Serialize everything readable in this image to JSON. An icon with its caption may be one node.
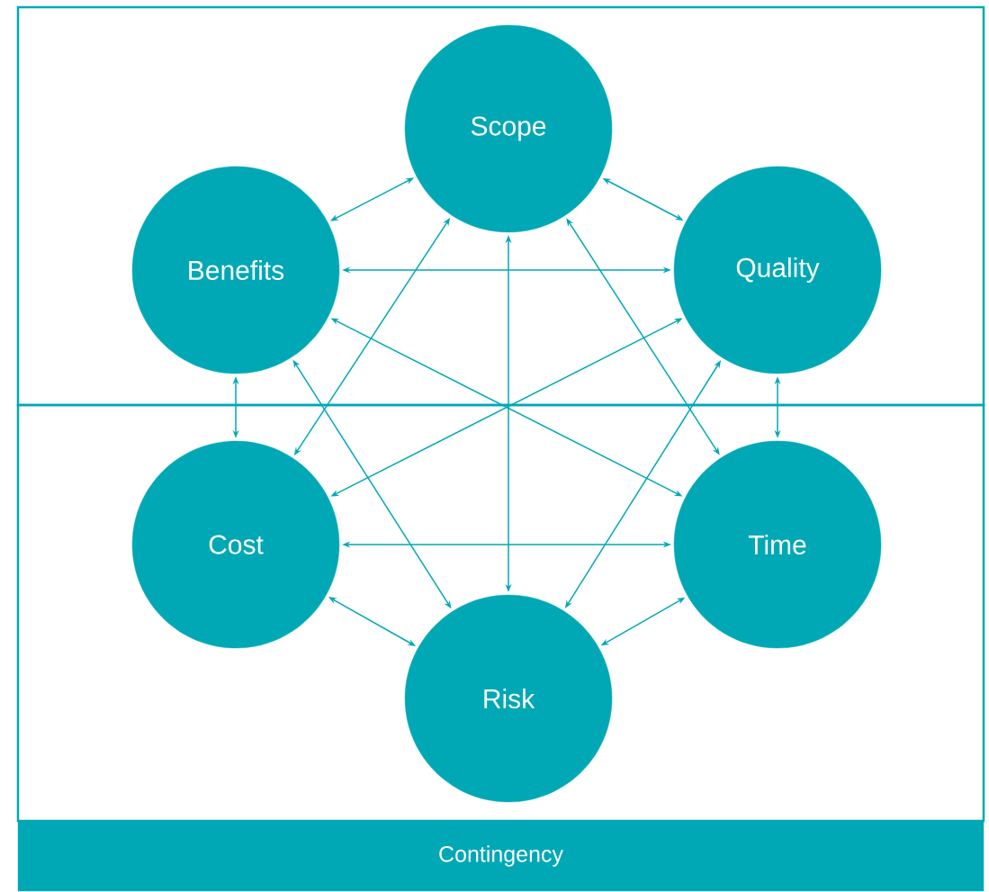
{
  "diagram": {
    "nodes": [
      {
        "text": [],
        "shape": "box"
      },
      {
        "text": [
          "Scope"
        ],
        "in": 0
      },
      {
        "text": [
          "Benefits"
        ],
        "in": 0
      },
      {
        "text": [
          "Quality"
        ],
        "in": 0
      },
      {
        "text": [],
        "shape": "box"
      },
      {
        "text": [
          "Cost"
        ],
        "in": 4
      },
      {
        "text": [
          "Time"
        ],
        "in": 4
      },
      {
        "text": [
          "Risk"
        ],
        "in": 4
      },
      {
        "text": [
          "Contingency"
        ]
      }
    ],
    "edges": [
      {
        "from": 1,
        "to": 2,
        "arrow": "both"
      },
      {
        "from": 1,
        "to": 3,
        "arrow": "both"
      },
      {
        "from": 1,
        "to": 5,
        "arrow": "both"
      },
      {
        "from": 1,
        "to": 6,
        "arrow": "both"
      },
      {
        "from": 1,
        "to": 7,
        "arrow": "both"
      },
      {
        "from": 2,
        "to": 3,
        "arrow": "both"
      },
      {
        "from": 2,
        "to": 5,
        "arrow": "both"
      },
      {
        "from": 2,
        "to": 6,
        "arrow": "both"
      },
      {
        "from": 2,
        "to": 7,
        "arrow": "both"
      },
      {
        "from": 3,
        "to": 5,
        "arrow": "both"
      },
      {
        "from": 3,
        "to": 6,
        "arrow": "both"
      },
      {
        "from": 3,
        "to": 7,
        "arrow": "both"
      },
      {
        "from": 5,
        "to": 6,
        "arrow": "both"
      },
      {
        "from": 5,
        "to": 7,
        "arrow": "both"
      },
      {
        "from": 6,
        "to": 7,
        "arrow": "both"
      }
    ]
  }
}
